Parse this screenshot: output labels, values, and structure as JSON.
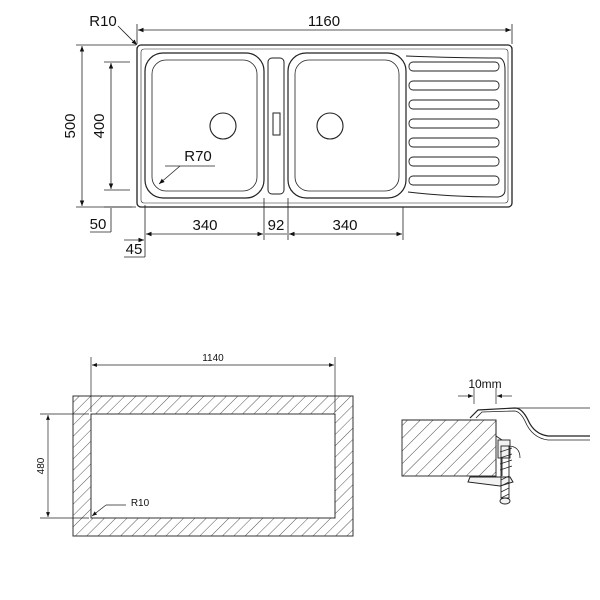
{
  "sink_plan": {
    "corner_radius_label": "R10",
    "overall_width_label": "1160",
    "overall_depth_label": "500",
    "bowl_depth_label": "400",
    "bowl_radius_label": "R70",
    "front_margin_label": "50",
    "side_margin_label": "45",
    "bowl1_width_label": "340",
    "divider_width_label": "92",
    "bowl2_width_label": "340"
  },
  "cutout_plan": {
    "width_label": "1140",
    "depth_label": "480",
    "corner_radius_label": "R10"
  },
  "mounting_detail": {
    "lip_width_label": "10mm"
  }
}
